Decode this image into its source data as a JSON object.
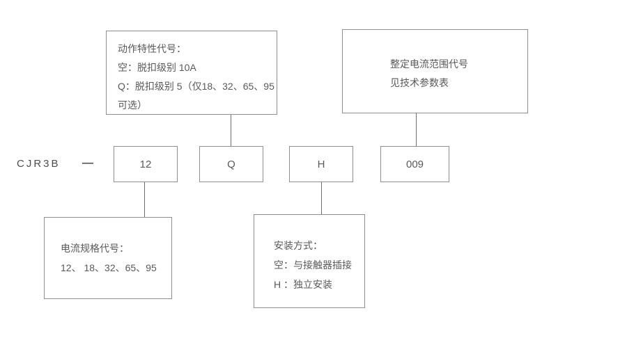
{
  "diagram": {
    "model_prefix": "CJR3B",
    "separator": "—",
    "code_boxes": {
      "current_spec": "12",
      "trip_class": "Q",
      "mounting": "H",
      "current_range": "009"
    },
    "notes": {
      "trip_class_note": {
        "line1": "动作特性代号：",
        "line2": "空：脱扣级别 10A",
        "line3": "Q：脱扣级别 5（仅18、32、65、95",
        "line4": "可选）"
      },
      "current_range_note": {
        "line1": "整定电流范围代号",
        "line2": "见技术参数表"
      },
      "current_spec_note": {
        "line1": "电流规格代号：",
        "line2": "12、 18、32、65、95"
      },
      "mounting_note": {
        "line1": "安装方式：",
        "line2": "空：与接触器插接",
        "line3": "H ：独立安装"
      }
    },
    "colors": {
      "border": "#8e8e8e",
      "connector": "#6b6b6b",
      "text": "#595959",
      "background": "#ffffff"
    }
  }
}
